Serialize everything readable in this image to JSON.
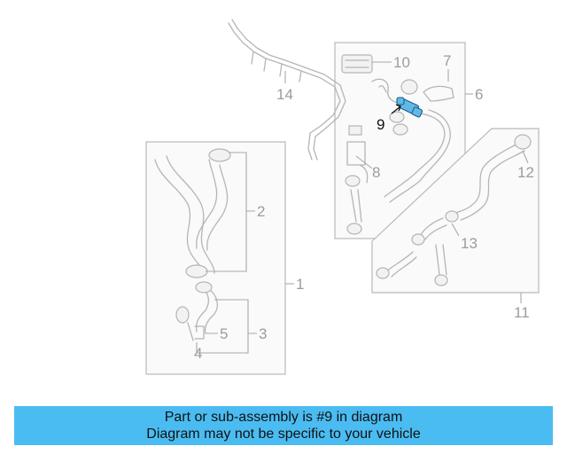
{
  "diagram": {
    "callouts": {
      "c1": "1",
      "c2": "2",
      "c3": "3",
      "c4": "4",
      "c5": "5",
      "c6": "6",
      "c7": "7",
      "c8": "8",
      "c9": "9",
      "c10": "10",
      "c11": "11",
      "c12": "12",
      "c13": "13",
      "c14": "14"
    },
    "highlighted_part": "9"
  },
  "banner": {
    "line1": "Part or sub-assembly is #9 in diagram",
    "line2": "Diagram may not be specific to your vehicle"
  },
  "colors": {
    "banner_bg": "#4bbcf2",
    "highlight": "#5fb8e6"
  }
}
